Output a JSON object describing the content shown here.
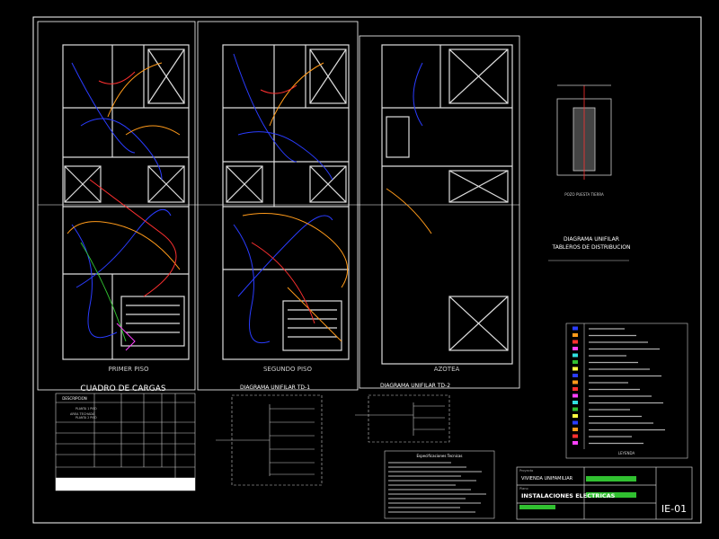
{
  "sheet": {
    "plan_titles": [
      "PRIMER PISO",
      "SEGUNDO PISO",
      "AZOTEA"
    ],
    "cuadro_title": "CUADRO DE CARGAS",
    "diag_td1": "DIAGRAMA UNIFILAR TD-1",
    "diag_td2": "DIAGRAMA UNIFILAR TD-2",
    "unifilar_title_1": "DIAGRAMA UNIFILAR",
    "unifilar_title_2": "TABLEROS DE DISTRIBUCION",
    "pozo_label": "POZO PUESTA TIERRA",
    "leyenda_title": "LEYENDA"
  },
  "load_table": {
    "headers": [
      "DESCRIPCION",
      "",
      "",
      "",
      "",
      ""
    ],
    "rows": [
      [
        "AREA TECHADA",
        "PLANTA 1 PISO",
        "",
        "",
        "",
        ""
      ],
      [
        "",
        "PLANTA 2 PISO",
        "",
        "",
        "",
        ""
      ],
      [
        "",
        "",
        "",
        "",
        "",
        ""
      ],
      [
        "",
        "",
        "",
        "",
        "",
        ""
      ],
      [
        "",
        "",
        "",
        "",
        "",
        ""
      ],
      [
        "",
        "",
        "",
        "",
        "",
        ""
      ]
    ]
  },
  "specs_title": "Especificaciones Tecnicas",
  "title_block": {
    "project_label": "Proyecto",
    "project": "VIVIENDA UNIFAMILIAR",
    "plan_label": "Plano",
    "plan": "INSTALACIONES ELECTRICAS",
    "sheet_code": "IE-01"
  },
  "colors": {
    "frame": "#ffffff",
    "blue": "#2a3cff",
    "orange": "#ff9a1a",
    "red": "#ff3030",
    "magenta": "#ff40ff",
    "cyan": "#30e0e0",
    "green": "#30c030",
    "yellow": "#ffff40"
  }
}
